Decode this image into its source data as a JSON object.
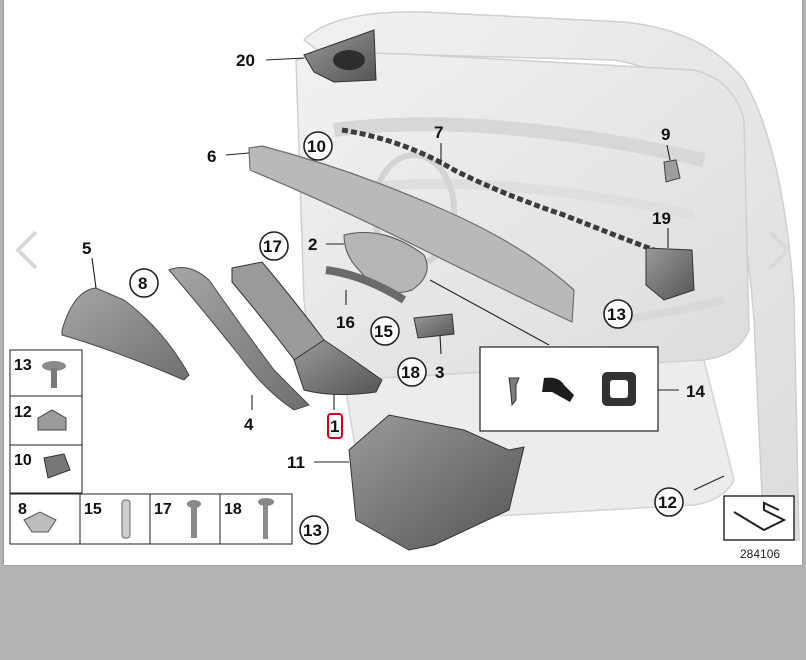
{
  "diagram": {
    "callouts": [
      "1",
      "2",
      "3",
      "4",
      "5",
      "6",
      "7",
      "8",
      "9",
      "10",
      "11",
      "12",
      "13",
      "14",
      "15",
      "16",
      "17",
      "18",
      "19",
      "20"
    ],
    "circled": {
      "c10": "10",
      "c17": "17",
      "c8": "8",
      "c18": "18",
      "c15": "15",
      "c13a": "13",
      "c13b": "13",
      "c12": "12"
    },
    "legend": {
      "row13": "13",
      "row12": "12",
      "row10": "10",
      "row8": "8",
      "row15": "15",
      "row17": "17",
      "row18": "18"
    },
    "reference_number": "284106"
  },
  "nav": {
    "prev_icon": "chevron-left-icon",
    "next_icon": "chevron-right-icon"
  },
  "colors": {
    "part_fill": "#8d8d8d",
    "part_dark": "#5f5f5f",
    "door_fill": "#e9e9e9",
    "highlight": "#d0021b"
  }
}
